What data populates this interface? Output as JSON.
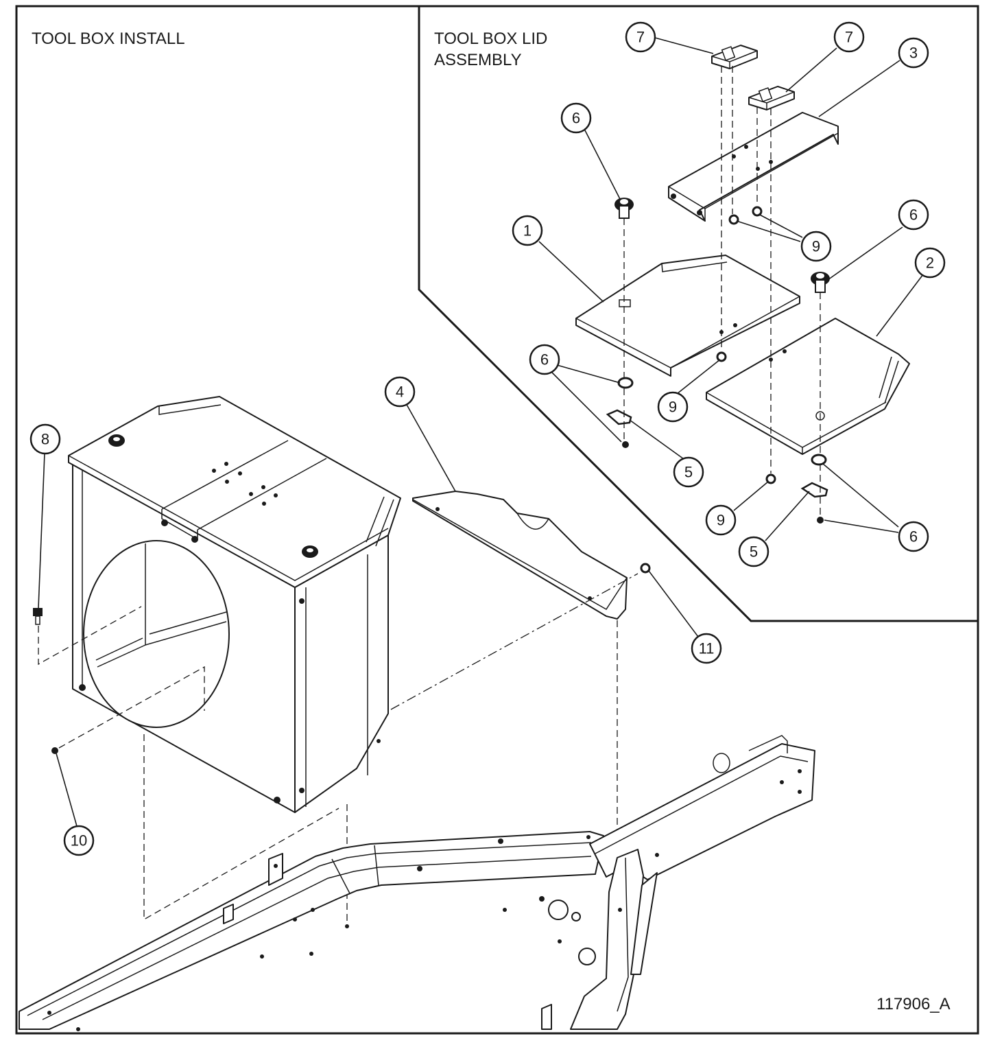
{
  "left_panel": {
    "title": "TOOL BOX INSTALL"
  },
  "right_panel": {
    "title_line1": "TOOL BOX LID",
    "title_line2": "ASSEMBLY"
  },
  "drawing_number": "117906_A",
  "callouts": {
    "c7a": "7",
    "c7b": "7",
    "c3": "3",
    "c6a": "6",
    "c6b": "6",
    "c6c": "6",
    "c6d": "6",
    "c1": "1",
    "c2": "2",
    "c9a": "9",
    "c9b": "9",
    "c9c": "9",
    "c5a": "5",
    "c5b": "5",
    "c4": "4",
    "c8": "8",
    "c10": "10",
    "c11": "11"
  }
}
